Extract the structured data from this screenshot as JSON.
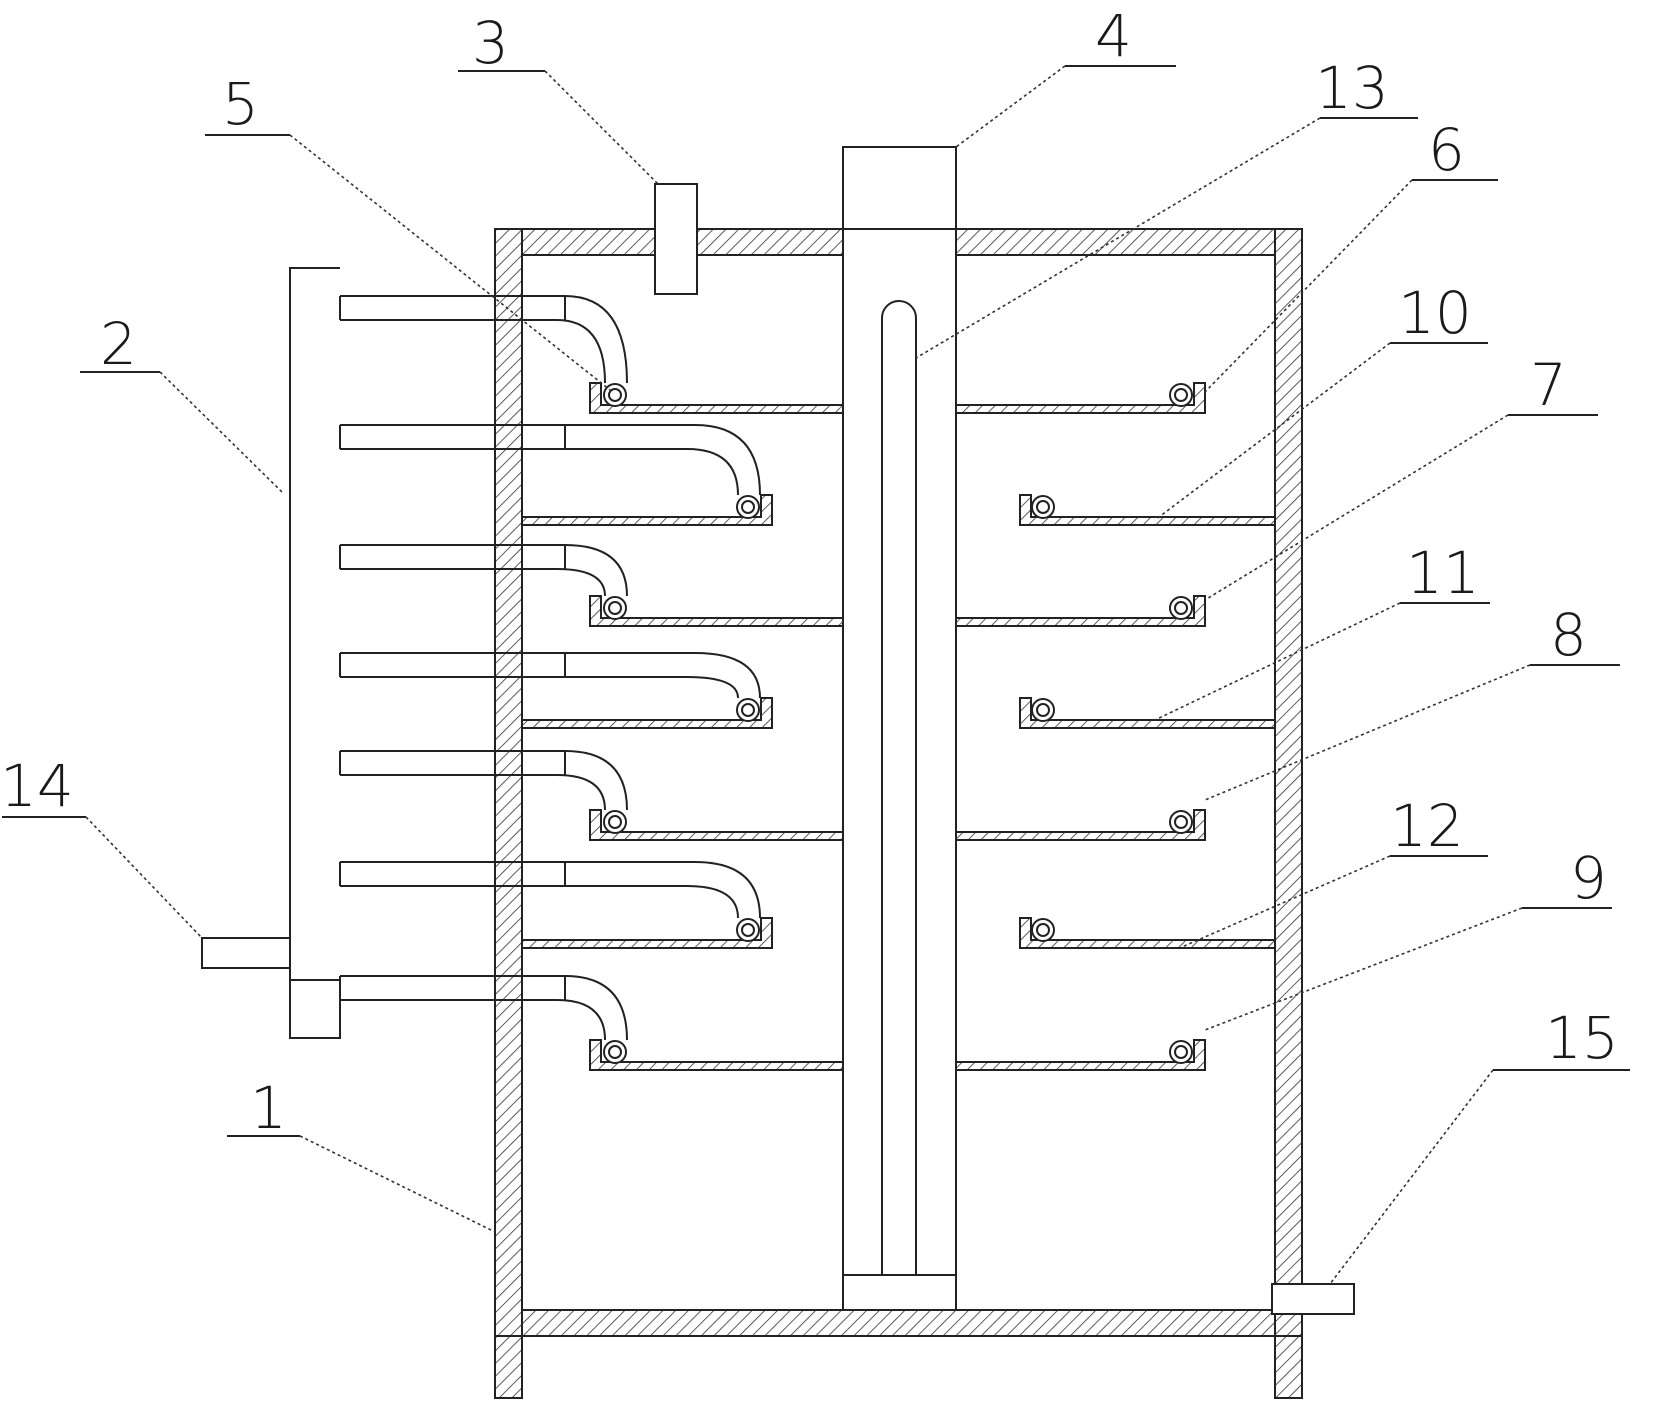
{
  "labels": {
    "l1": "1",
    "l2": "2",
    "l3": "3",
    "l4": "4",
    "l5": "5",
    "l6": "6",
    "l7": "7",
    "l8": "8",
    "l9": "9",
    "l10": "10",
    "l11": "11",
    "l12": "12",
    "l13": "13",
    "l14": "14",
    "l15": "15"
  },
  "colors": {
    "line": "#222222",
    "hatch": "#333333",
    "background": "#ffffff"
  }
}
